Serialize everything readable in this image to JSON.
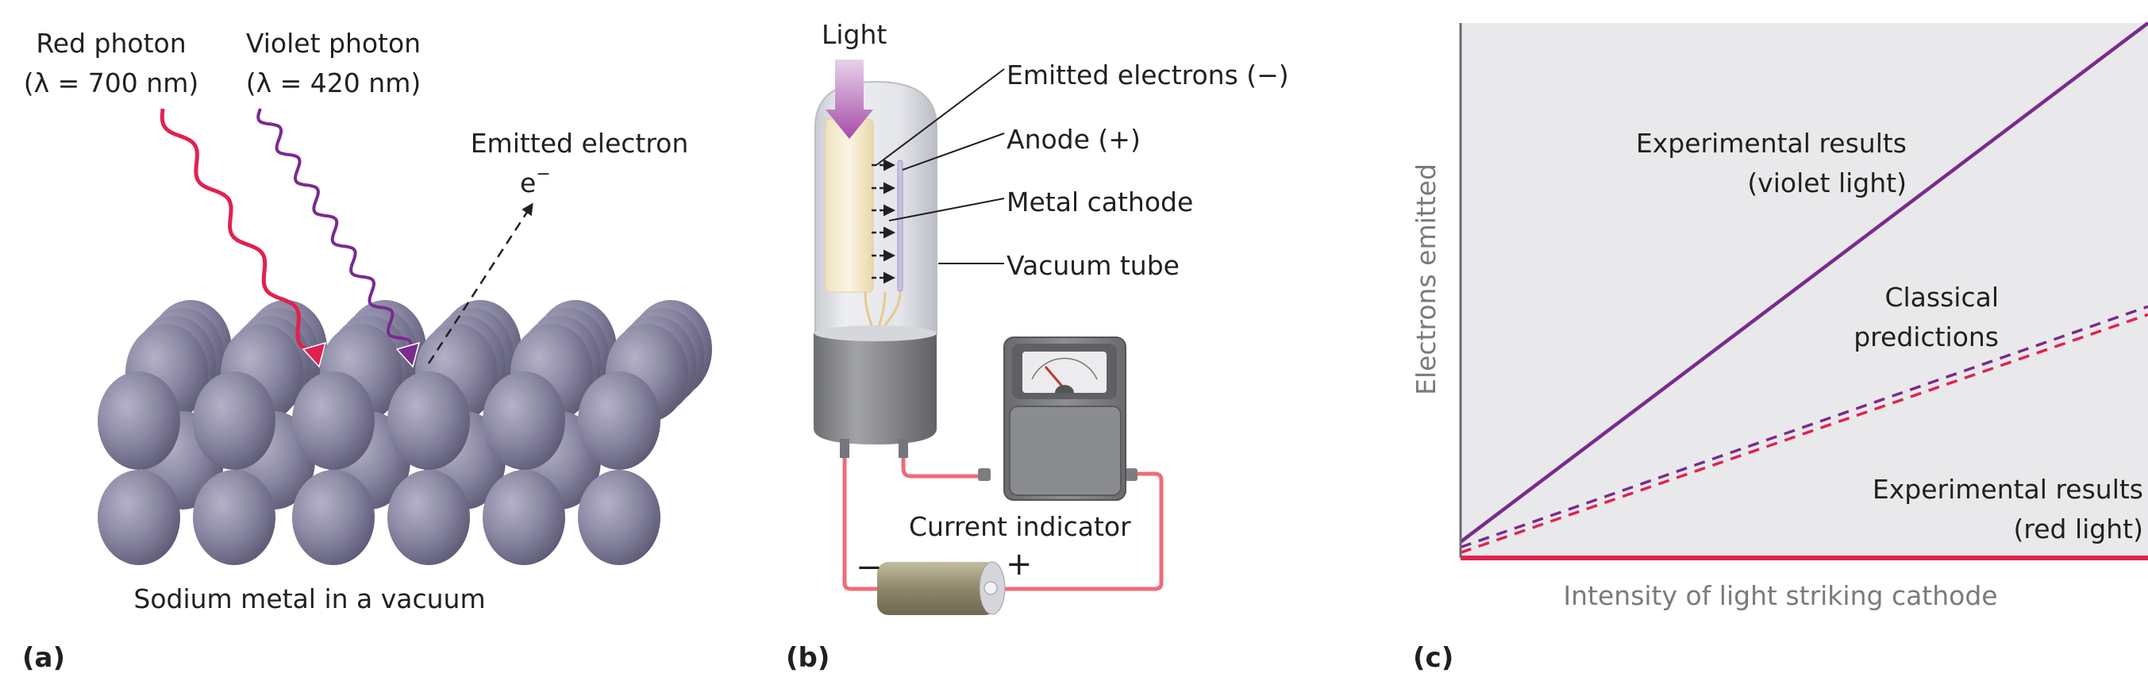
{
  "panel_a": {
    "panel_label": "(a)",
    "red_photon": {
      "title": "Red photon",
      "wavelength": "(λ = 700 nm)",
      "color": "#e0224f"
    },
    "violet_photon": {
      "title": "Violet photon",
      "wavelength": "(λ = 420 nm)",
      "color": "#7b2a8e"
    },
    "emitted_electron": {
      "label": "Emitted electron",
      "symbol": "e",
      "charge": "−"
    },
    "caption": "Sodium metal in a vacuum",
    "atom_color": "#8a87a3"
  },
  "panel_b": {
    "panel_label": "(b)",
    "light_label": "Light",
    "callouts": {
      "emitted_electrons": "Emitted electrons (−)",
      "anode": "Anode (+)",
      "metal_cathode": "Metal cathode",
      "vacuum_tube": "Vacuum tube"
    },
    "current_indicator": "Current indicator",
    "battery_minus": "−",
    "battery_plus": "+",
    "wire_color": "#f06b78",
    "light_color": "#a64ca6"
  },
  "panel_c": {
    "panel_label": "(c)",
    "chart_data": {
      "type": "line",
      "title": "",
      "xlabel": "Intensity of light striking cathode",
      "ylabel": "Electrons emitted",
      "xlim": [
        0,
        1
      ],
      "ylim": [
        0,
        1
      ],
      "grid": false,
      "background": "#e9e9eb",
      "series": [
        {
          "name": "Experimental results (violet light)",
          "style": "solid",
          "color": "#7b2a8e",
          "x": [
            0,
            1
          ],
          "y": [
            0.03,
            1.0
          ]
        },
        {
          "name": "Classical predictions (violet)",
          "style": "dashed",
          "color": "#7b2a8e",
          "x": [
            0,
            1
          ],
          "y": [
            0.02,
            0.47
          ]
        },
        {
          "name": "Classical predictions (red)",
          "style": "dashed",
          "color": "#e0224f",
          "x": [
            0,
            1
          ],
          "y": [
            0.01,
            0.455
          ]
        },
        {
          "name": "Experimental results (red light)",
          "style": "solid",
          "color": "#e0224f",
          "x": [
            0,
            1
          ],
          "y": [
            0.0,
            0.0
          ]
        }
      ],
      "annotations": [
        {
          "lines": [
            "Experimental results",
            "(violet light)"
          ]
        },
        {
          "lines": [
            "Classical",
            "predictions"
          ]
        },
        {
          "lines": [
            "Experimental results",
            "(red light)"
          ]
        }
      ]
    }
  }
}
